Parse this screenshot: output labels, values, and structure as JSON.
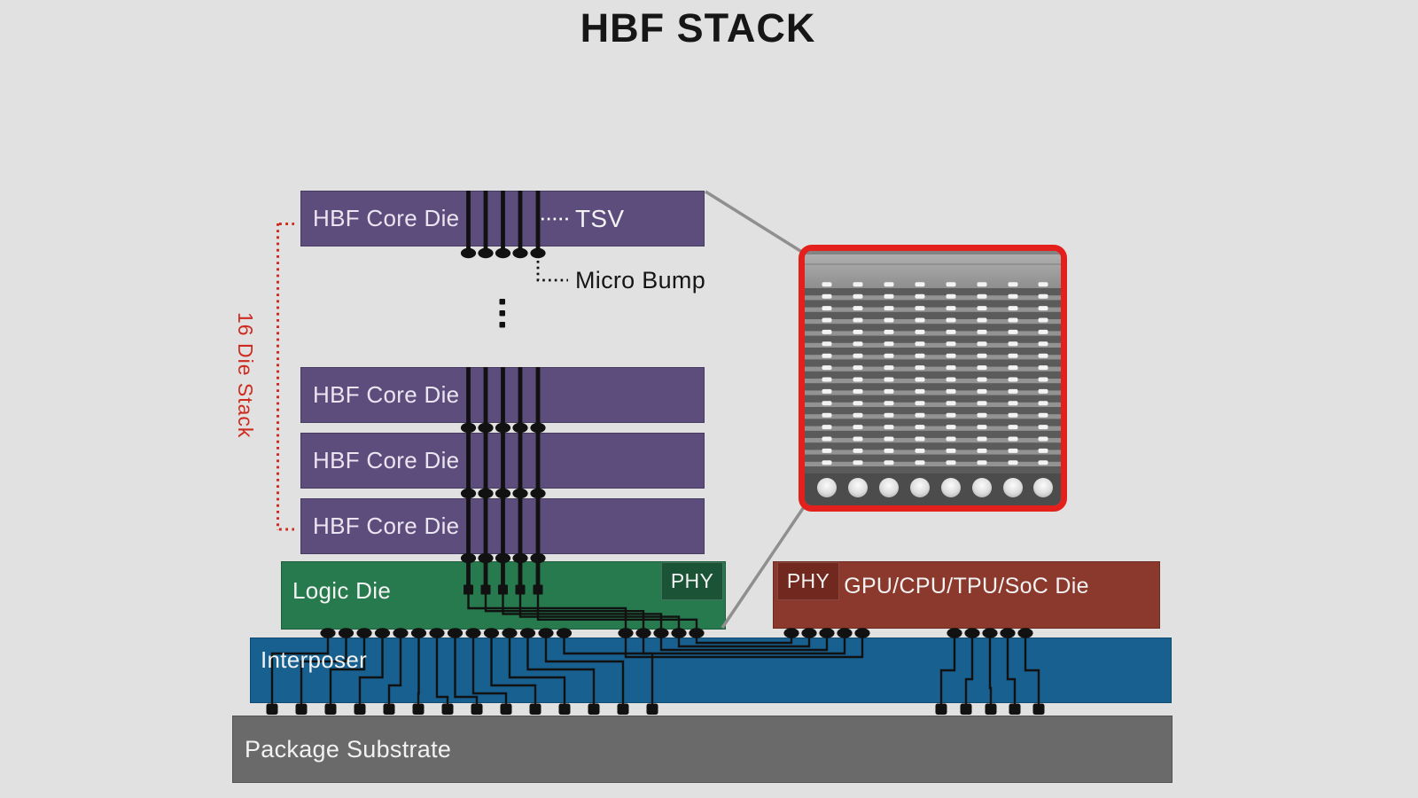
{
  "title": "HBF STACK",
  "colors": {
    "background": "#E1E1E1",
    "core_die": "#5C4D7C",
    "logic_die": "#27794E",
    "logic_phy": "#1B5336",
    "soc_die": "#8B392C",
    "soc_phy": "#71281E",
    "interposer": "#17608F",
    "substrate": "#6A6A6A",
    "accent_red": "#CF2A1F",
    "inset_border": "#E3201B",
    "line_black": "#111111",
    "magnifier_gray": "#8F8F8F",
    "text_light": "#EAE5F1"
  },
  "stack": {
    "bracket_label": "16 Die Stack",
    "core_dies": [
      {
        "label": "HBF Core Die"
      },
      {
        "label": "HBF Core Die"
      },
      {
        "label": "HBF Core Die"
      },
      {
        "label": "HBF Core Die"
      }
    ]
  },
  "callouts": {
    "tsv_label": "TSV",
    "micro_bump_label": "Micro Bump"
  },
  "logic_die": {
    "label": "Logic Die",
    "phy_label": "PHY"
  },
  "soc_die": {
    "label": "GPU/CPU/TPU/SoC Die",
    "phy_label": "PHY"
  },
  "interposer_label": "Interposer",
  "substrate_label": "Package Substrate"
}
